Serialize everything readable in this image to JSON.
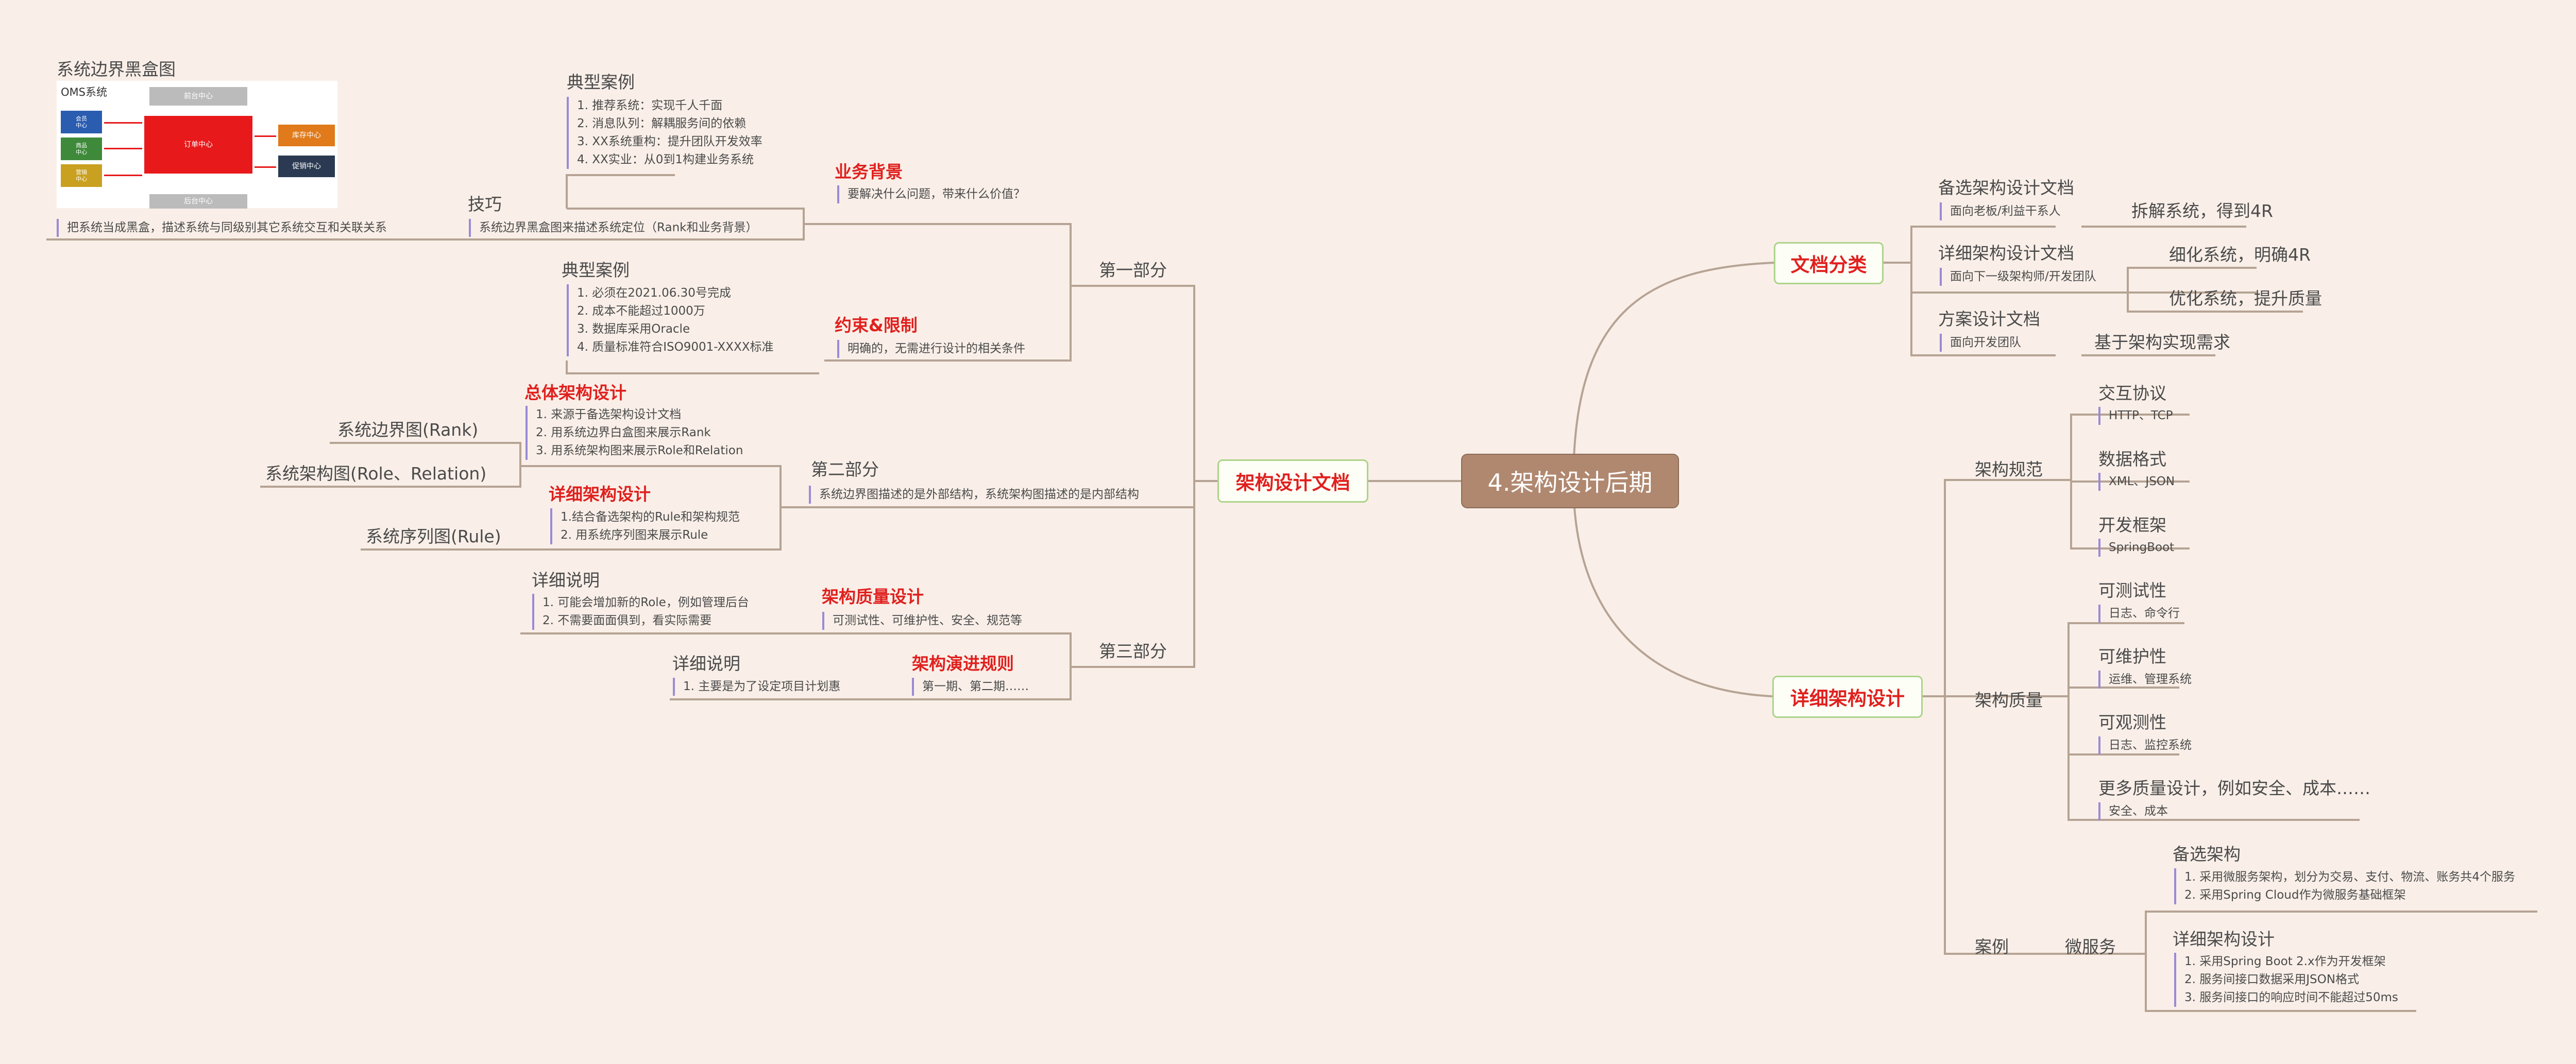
{
  "central": "4.架构设计后期",
  "left": {
    "main": "架构设计文档",
    "part1": {
      "label": "第一部分",
      "business": {
        "title": "业务背景",
        "note": "要解决什么问题，带来什么价值？",
        "cases_title": "典型案例",
        "cases": [
          "1. 推荐系统：实现千人千面",
          "2. 消息队列：解耦服务间的依赖",
          "3. XX系统重构：提升团队开发效率",
          "4. XX实业：从0到1构建业务系统"
        ],
        "tips_title": "技巧",
        "tips_note": "系统边界黑盒图来描述系统定位（Rank和业务背景）",
        "blackbox_title": "系统边界黑盒图",
        "blackbox_note": "把系统当成黑盒，描述系统与同级别其它系统交互和关联关系",
        "diagram": {
          "system": "OMS系统",
          "top": "前台中心",
          "bottom": "后台中心",
          "center": "订单中心",
          "left": [
            "会员\n中心",
            "商品\n中心",
            "营销\n中心"
          ],
          "right": [
            "库存中心",
            "促销中心"
          ]
        }
      },
      "constraints": {
        "title": "约束&限制",
        "note": "明确的，无需进行设计的相关条件",
        "cases_title": "典型案例",
        "cases": [
          "1. 必须在2021.06.30号完成",
          "2. 成本不能超过1000万",
          "3. 数据库采用Oracle",
          "4. 质量标准符合ISO9001-XXXX标准"
        ]
      }
    },
    "part2": {
      "label": "第二部分",
      "note": "系统边界图描述的是外部结构，系统架构图描述的是内部结构",
      "overall": {
        "title": "总体架构设计",
        "items": [
          "1. 来源于备选架构设计文档",
          "2. 用系统边界白盒图来展示Rank",
          "3. 用系统架构图来展示Role和Relation"
        ],
        "boundary": "系统边界图(Rank)",
        "arch": "系统架构图(Role、Relation)"
      },
      "detailed": {
        "title": "详细架构设计",
        "items": [
          "1.结合备选架构的Rule和架构规范",
          "2. 用系统序列图来展示Rule"
        ],
        "sequence": "系统序列图(Rule)"
      }
    },
    "part3": {
      "label": "第三部分",
      "quality": {
        "title": "架构质量设计",
        "note": "可测试性、可维护性、安全、规范等",
        "detail_title": "详细说明",
        "detail": [
          "1. 可能会增加新的Role，例如管理后台",
          "2. 不需要面面俱到，看实际需要"
        ]
      },
      "evolution": {
        "title": "架构演进规则",
        "note": "第一期、第二期……",
        "detail_title": "详细说明",
        "detail": [
          "1. 主要是为了设定项目计划惠"
        ]
      }
    }
  },
  "right": {
    "doc": {
      "main": "文档分类",
      "alt": {
        "title": "备选架构设计文档",
        "note": "面向老板/利益干系人",
        "child": "拆解系统，得到4R"
      },
      "detail": {
        "title": "详细架构设计文档",
        "note": "面向下一级架构师/开发团队",
        "child1": "细化系统，明确4R",
        "child2": "优化系统，提升质量"
      },
      "plan": {
        "title": "方案设计文档",
        "note": "面向开发团队",
        "child": "基于架构实现需求"
      }
    },
    "design": {
      "main": "详细架构设计",
      "spec": {
        "label": "架构规范",
        "items": [
          {
            "title": "交互协议",
            "note": "HTTP、TCP"
          },
          {
            "title": "数据格式",
            "note": "XML、JSON"
          },
          {
            "title": "开发框架",
            "note": "SpringBoot"
          }
        ]
      },
      "quality": {
        "label": "架构质量",
        "items": [
          {
            "title": "可测试性",
            "note": "日志、命令行"
          },
          {
            "title": "可维护性",
            "note": "运维、管理系统"
          },
          {
            "title": "可观测性",
            "note": "日志、监控系统"
          },
          {
            "title": "更多质量设计，例如安全、成本……",
            "note": "安全、成本"
          }
        ]
      },
      "case": {
        "label": "案例",
        "micro": "微服务",
        "alt_title": "备选架构",
        "alt": [
          "1. 采用微服务架构，划分为交易、支付、物流、账务共4个服务",
          "2. 采用Spring Cloud作为微服务基础框架"
        ],
        "detail_title": "详细架构设计",
        "detail": [
          "1. 采用Spring Boot 2.x作为开发框架",
          "2. 服务间接口数据采用JSON格式",
          "3. 服务间接口的响应时间不能超过50ms"
        ]
      }
    }
  }
}
